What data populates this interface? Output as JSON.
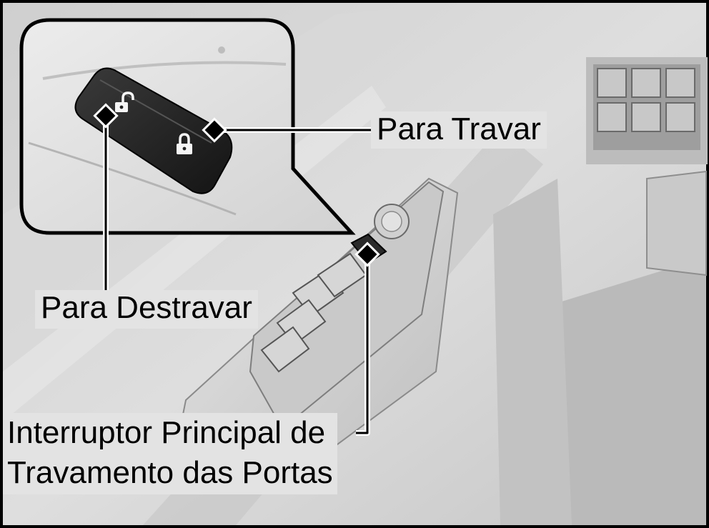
{
  "callouts": {
    "lock": "Para Travar",
    "unlock": "Para Destravar",
    "main_switch_line1": "Interruptor Principal de",
    "main_switch_line2": "Travamento das Portas"
  },
  "icons": {
    "unlock_symbol": "unlocked-padlock-icon",
    "lock_symbol": "locked-padlock-icon"
  },
  "colors": {
    "frame": "#000000",
    "label_background": "#e3e3e3",
    "illustration_base": "#d4d4d4"
  }
}
